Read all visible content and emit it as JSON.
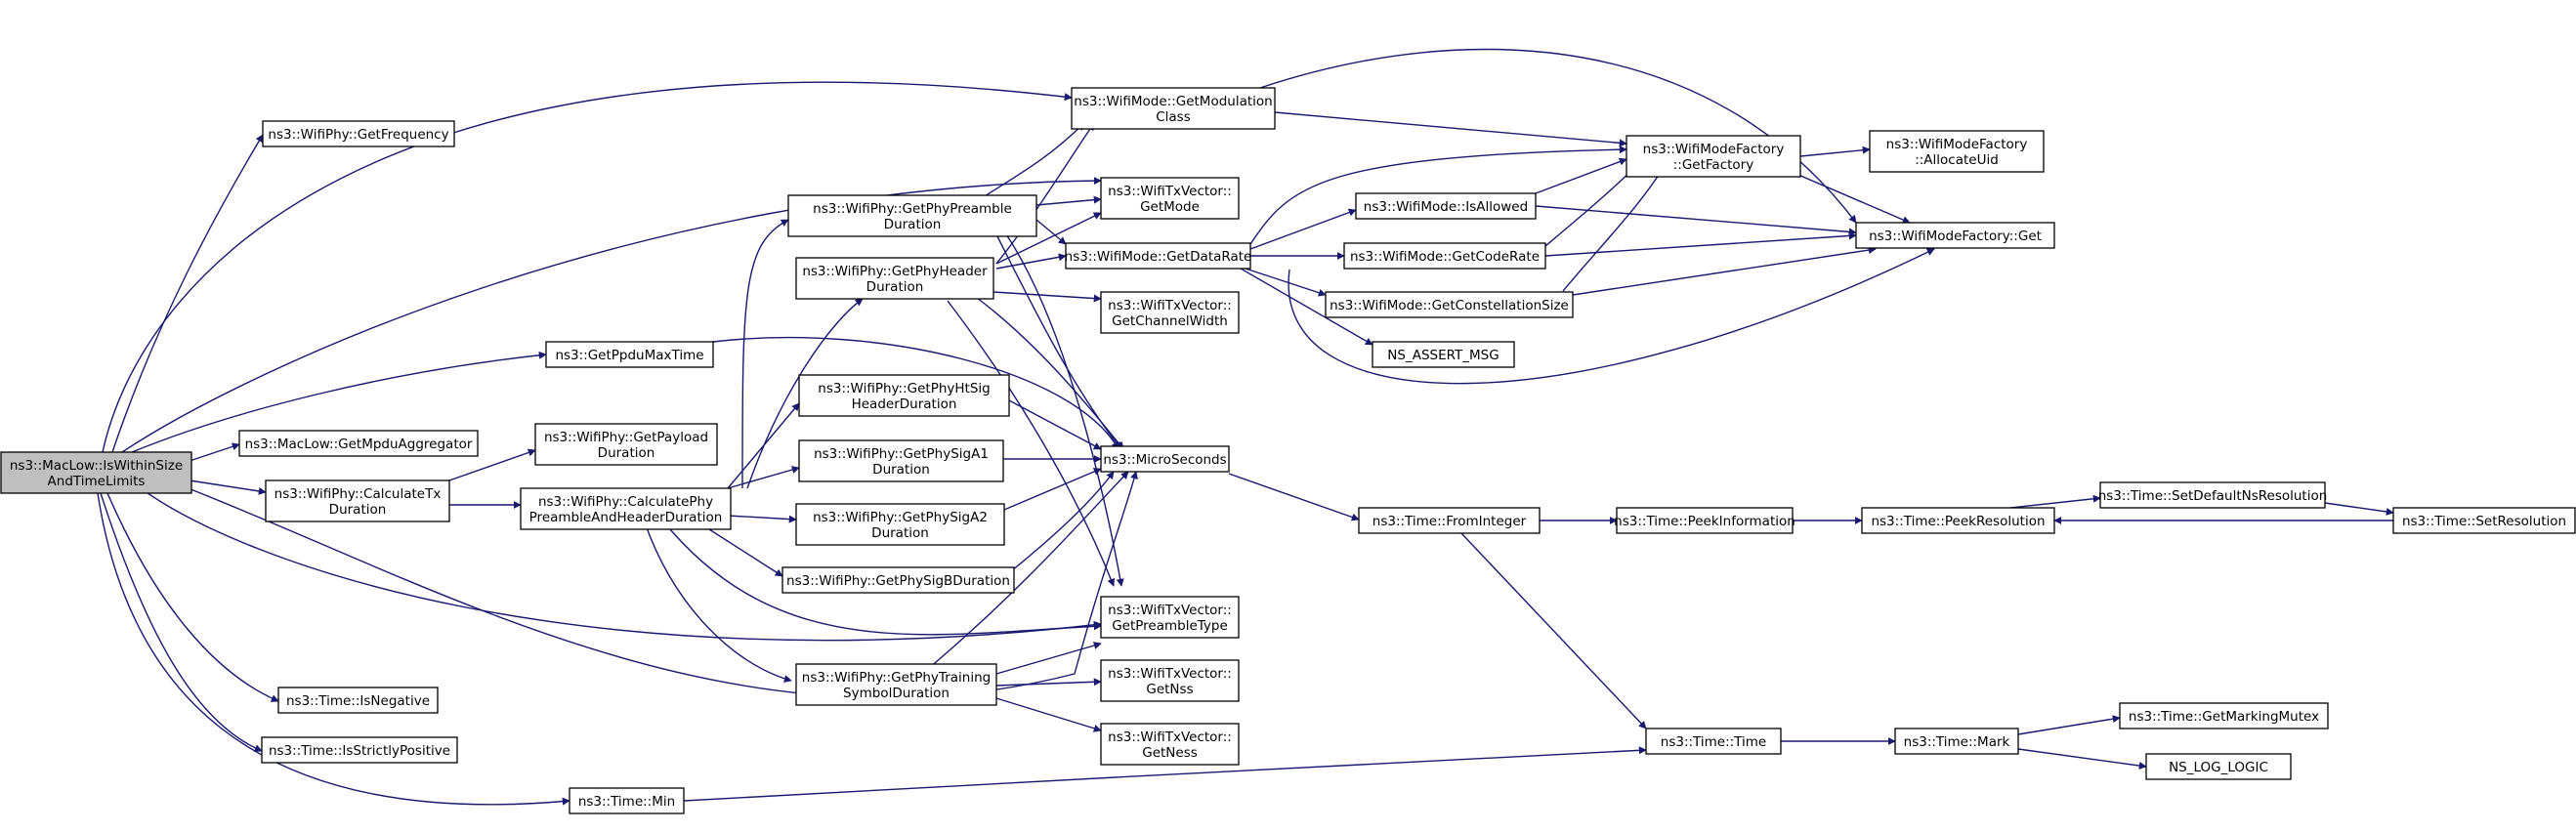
{
  "nodes": {
    "islimits": [
      "ns3::MacLow::IsWithinSize",
      "AndTimeLimits"
    ],
    "getfrequency": [
      "ns3::WifiPhy::GetFrequency"
    ],
    "getppdu": [
      "ns3::GetPpduMaxTime"
    ],
    "getaggregator": [
      "ns3::MacLow::GetMpduAggregator"
    ],
    "calctx": [
      "ns3::WifiPhy::CalculateTx",
      "Duration"
    ],
    "isnegative": [
      "ns3::Time::IsNegative"
    ],
    "isstrictly": [
      "ns3::Time::IsStrictlyPositive"
    ],
    "timemin": [
      "ns3::Time::Min"
    ],
    "getpayload": [
      "ns3::WifiPhy::GetPayload",
      "Duration"
    ],
    "calcphy": [
      "ns3::WifiPhy::CalculatePhy",
      "PreambleAndHeaderDuration"
    ],
    "getpreamble": [
      "ns3::WifiPhy::GetPhyPreamble",
      "Duration"
    ],
    "getheader": [
      "ns3::WifiPhy::GetPhyHeader",
      "Duration"
    ],
    "gethtsig": [
      "ns3::WifiPhy::GetPhyHtSig",
      "HeaderDuration"
    ],
    "getsiga1": [
      "ns3::WifiPhy::GetPhySigA1",
      "Duration"
    ],
    "getsiga2": [
      "ns3::WifiPhy::GetPhySigA2",
      "Duration"
    ],
    "getsigb": [
      "ns3::WifiPhy::GetPhySigBDuration"
    ],
    "gettraining": [
      "ns3::WifiPhy::GetPhyTraining",
      "SymbolDuration"
    ],
    "getmodulation": [
      "ns3::WifiMode::GetModulation",
      "Class"
    ],
    "txgetmode": [
      "ns3::WifiTxVector::",
      "GetMode"
    ],
    "getdatarate": [
      "ns3::WifiMode::GetDataRate"
    ],
    "getchannelwidth": [
      "ns3::WifiTxVector::",
      "GetChannelWidth"
    ],
    "microseconds": [
      "ns3::MicroSeconds"
    ],
    "getpreambletype": [
      "ns3::WifiTxVector::",
      "GetPreambleType"
    ],
    "getnss": [
      "ns3::WifiTxVector::",
      "GetNss"
    ],
    "getness": [
      "ns3::WifiTxVector::",
      "GetNess"
    ],
    "isallowed": [
      "ns3::WifiMode::IsAllowed"
    ],
    "getcoderate": [
      "ns3::WifiMode::GetCodeRate"
    ],
    "getconstellation": [
      "ns3::WifiMode::GetConstellationSize"
    ],
    "nsassert": [
      "NS_ASSERT_MSG"
    ],
    "fromint": [
      "ns3::Time::FromInteger"
    ],
    "timetime": [
      "ns3::Time::Time"
    ],
    "getfactory": [
      "ns3::WifiModeFactory",
      "::GetFactory"
    ],
    "allocateuid": [
      "ns3::WifiModeFactory",
      "::AllocateUid"
    ],
    "factoryget": [
      "ns3::WifiModeFactory::Get"
    ],
    "peekinfo": [
      "ns3::Time::PeekInformation"
    ],
    "peekres": [
      "ns3::Time::PeekResolution"
    ],
    "setdefault": [
      "ns3::Time::SetDefaultNsResolution"
    ],
    "setres": [
      "ns3::Time::SetResolution"
    ],
    "mark": [
      "ns3::Time::Mark"
    ],
    "getmarking": [
      "ns3::Time::GetMarkingMutex"
    ],
    "nslog": [
      "NS_LOG_LOGIC"
    ]
  }
}
